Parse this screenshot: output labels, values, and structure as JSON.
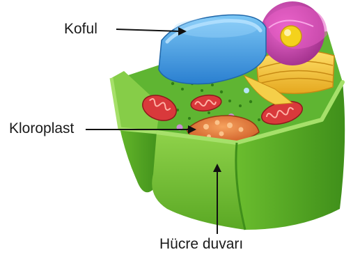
{
  "labels": {
    "vacuole": "Koful",
    "chloroplast": "Kloroplast",
    "cell_wall": "Hücre duvarı"
  },
  "colors": {
    "cell_wall_outer": "#7cc63a",
    "cell_wall_dark": "#4f9a1f",
    "cytoplasm": "#5fb532",
    "vacuole": "#3d9be0",
    "nucleus": "#c63fa6",
    "nucleolus": "#f4d21c",
    "golgi": "#f3c232",
    "mitochondria": "#d9393b",
    "chloroplast": "#e8823a",
    "arrow": "#111111"
  }
}
